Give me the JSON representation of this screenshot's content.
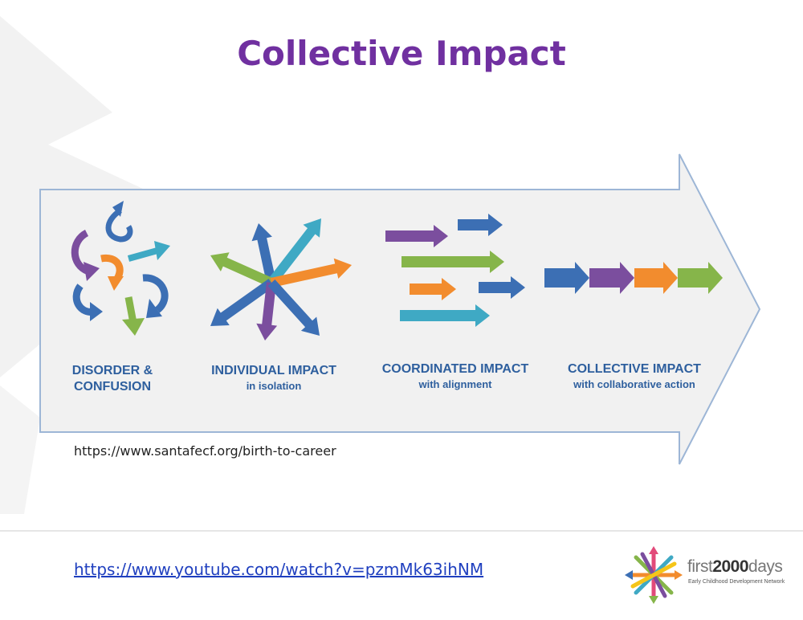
{
  "slide": {
    "title": "Collective Impact",
    "title_color": "#7030A0"
  },
  "stages": [
    {
      "label_line1": "DISORDER &",
      "label_line2": "CONFUSION",
      "subtitle": ""
    },
    {
      "label_line1": "INDIVIDUAL IMPACT",
      "label_line2": "",
      "subtitle": "in isolation"
    },
    {
      "label_line1": "COORDINATED IMPACT",
      "label_line2": "",
      "subtitle": "with alignment"
    },
    {
      "label_line1": "COLLECTIVE IMPACT",
      "label_line2": "",
      "subtitle": "with collaborative action"
    }
  ],
  "label_color": "#2E5F9E",
  "colors": {
    "blue": "#3C6FB4",
    "purple": "#7B4E9E",
    "teal": "#3FA9C4",
    "orange": "#F28C2E",
    "green": "#86B54A",
    "big_arrow_fill": "#F1F1F1",
    "big_arrow_stroke": "#9DB6D6"
  },
  "source_url": "https://www.santafecf.org/birth-to-career",
  "video_link": {
    "text": "https://www.youtube.com/watch?v=pzmMk63ihNM",
    "color": "#1F3FBF"
  },
  "logo": {
    "prefix": "first",
    "number": "2000",
    "suffix": "days",
    "tagline": "Early Childhood Development Network",
    "icon": "interwoven-arrows-logo-icon"
  }
}
